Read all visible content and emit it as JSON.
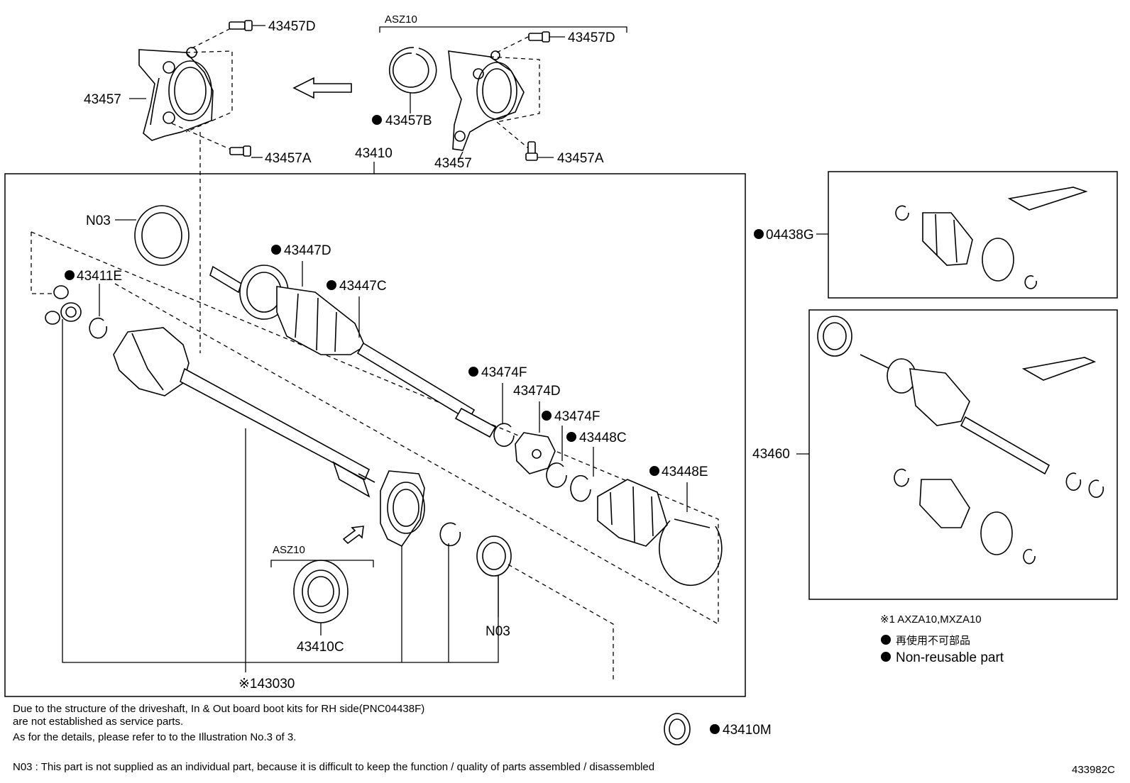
{
  "diagram_id": "433982C",
  "labels": {
    "p43457D_a": "43457D",
    "p43457D_b": "43457D",
    "p43457_a": "43457",
    "p43457_b": "43457",
    "p43457A_a": "43457A",
    "p43457A_b": "43457A",
    "p43457B": "43457B",
    "asz10_top": "ASZ10",
    "asz10_bottom": "ASZ10",
    "p43410": "43410",
    "n03_a": "N03",
    "n03_b": "N03",
    "p43447D": "43447D",
    "p43447C": "43447C",
    "p43411E": "43411E",
    "p43474F_a": "43474F",
    "p43474F_b": "43474F",
    "p43474D": "43474D",
    "p43448C": "43448C",
    "p43448E": "43448E",
    "p43410C": "43410C",
    "p43030": "※143030",
    "p43410M": "43410M",
    "p04438G": "04438G",
    "p43460": "43460"
  },
  "legend": {
    "applicability": "※1 AXZA10,MXZA10",
    "non_reusable_jp": "再使用不可部品",
    "non_reusable_en": "Non-reusable part"
  },
  "notes": {
    "line1": "Due to the structure of the driveshaft, In & Out board  boot kits for RH side(PNC04438F)",
    "line2": "are not established as service parts.",
    "line3": "As for the details, please refer to to the Illustration No.3 of 3.",
    "n03_note": "N03 : This part is not supplied as an individual part, because it is difficult to keep the function / quality of parts  assembled / disassembled"
  }
}
